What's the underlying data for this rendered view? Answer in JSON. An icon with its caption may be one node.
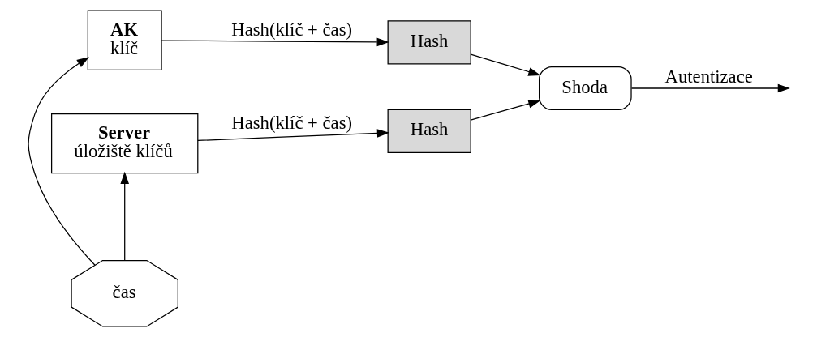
{
  "diagram": {
    "nodes": [
      {
        "text": [
          "AK",
          "klíč"
        ]
      },
      {
        "text": [
          "Hash"
        ]
      },
      {
        "text": [
          "čas"
        ]
      },
      {
        "text": [
          "Server",
          "úložiště klíčů"
        ]
      },
      {
        "text": [
          "Hash"
        ]
      },
      {
        "text": [
          "Shoda"
        ]
      }
    ],
    "edges": [
      {
        "from": 0,
        "to": 1,
        "arrow": "to",
        "label": "Hash(klíč + čas)"
      },
      {
        "from": 2,
        "to": 0,
        "arrow": "to"
      },
      {
        "from": 2,
        "to": 3,
        "arrow": "to"
      },
      {
        "from": 3,
        "to": 4,
        "arrow": "to",
        "label": "Hash(klíč + čas)"
      },
      {
        "from": 1,
        "to": 5,
        "arrow": "to"
      },
      {
        "from": 4,
        "to": 5,
        "arrow": "to"
      },
      {
        "from": 5,
        "to": null,
        "arrow": "to",
        "label": "Autentizace"
      }
    ]
  }
}
